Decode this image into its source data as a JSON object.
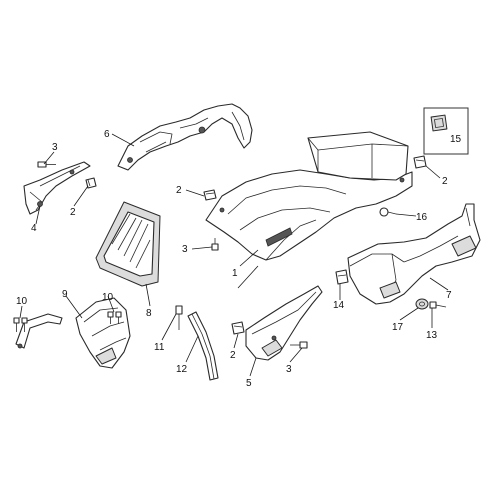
{
  "diagram": {
    "callouts": [
      {
        "id": "c3a",
        "label": "3"
      },
      {
        "id": "c2a",
        "label": "2"
      },
      {
        "id": "c4",
        "label": "4"
      },
      {
        "id": "c6",
        "label": "6"
      },
      {
        "id": "c2b",
        "label": "2"
      },
      {
        "id": "c3b",
        "label": "3"
      },
      {
        "id": "c1",
        "label": "1"
      },
      {
        "id": "c8",
        "label": "8"
      },
      {
        "id": "c10a",
        "label": "10"
      },
      {
        "id": "c9",
        "label": "9"
      },
      {
        "id": "c10b",
        "label": "10"
      },
      {
        "id": "c11",
        "label": "11"
      },
      {
        "id": "c12",
        "label": "12"
      },
      {
        "id": "c2c",
        "label": "2"
      },
      {
        "id": "c5",
        "label": "5"
      },
      {
        "id": "c3c",
        "label": "3"
      },
      {
        "id": "c14",
        "label": "14"
      },
      {
        "id": "c17",
        "label": "17"
      },
      {
        "id": "c13",
        "label": "13"
      },
      {
        "id": "c7",
        "label": "7"
      },
      {
        "id": "c16",
        "label": "16"
      },
      {
        "id": "c2d",
        "label": "2"
      },
      {
        "id": "c15",
        "label": "15"
      }
    ],
    "colors": {
      "line": "#2a2a2a",
      "shade": "#dcdcdc",
      "background": "#ffffff"
    }
  }
}
